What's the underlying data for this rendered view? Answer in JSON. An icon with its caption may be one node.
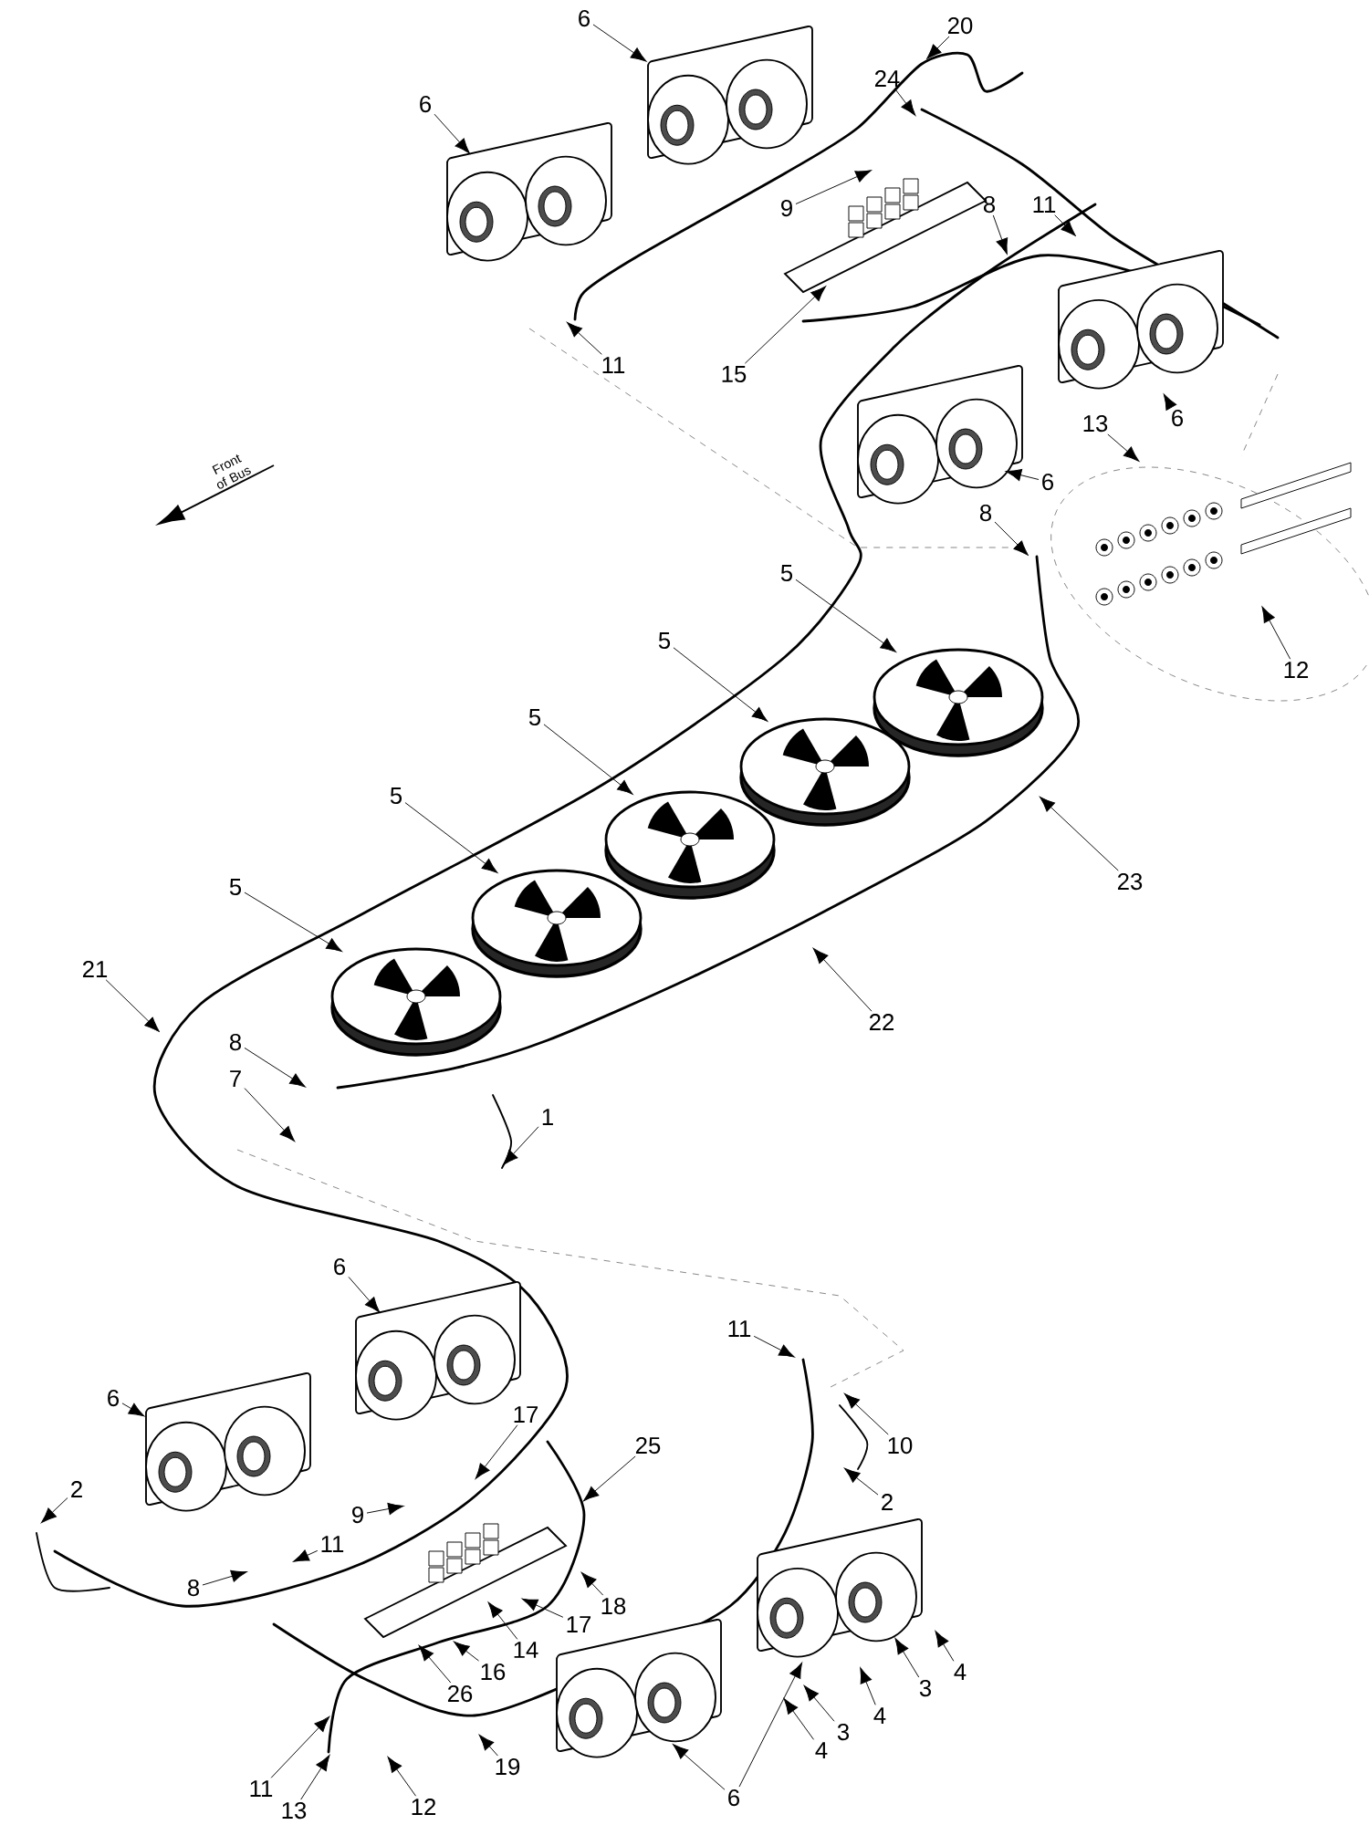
{
  "diagram": {
    "nodes": [
      {
        "text": [
          "6"
        ]
      },
      {
        "text": [
          "20"
        ]
      },
      {
        "text": [
          "6"
        ]
      },
      {
        "text": [
          "24"
        ]
      },
      {
        "text": [
          "9"
        ]
      },
      {
        "text": [
          "8"
        ]
      },
      {
        "text": [
          "11"
        ]
      },
      {
        "text": [
          "11"
        ]
      },
      {
        "text": [
          "15"
        ]
      },
      {
        "text": [
          "6"
        ]
      },
      {
        "text": [
          "6"
        ]
      },
      {
        "text": [
          "13"
        ]
      },
      {
        "text": [
          "8"
        ]
      },
      {
        "text": [
          "12"
        ]
      },
      {
        "text": [
          "5"
        ]
      },
      {
        "text": [
          "5"
        ]
      },
      {
        "text": [
          "5"
        ]
      },
      {
        "text": [
          "5"
        ]
      },
      {
        "text": [
          "5"
        ]
      },
      {
        "text": [
          "23"
        ]
      },
      {
        "text": [
          "22"
        ]
      },
      {
        "text": [
          "21"
        ]
      },
      {
        "text": [
          "8"
        ]
      },
      {
        "text": [
          "7"
        ]
      },
      {
        "text": [
          "1"
        ]
      },
      {
        "text": [
          "6"
        ]
      },
      {
        "text": [
          "11"
        ]
      },
      {
        "text": [
          "6"
        ]
      },
      {
        "text": [
          "10"
        ]
      },
      {
        "text": [
          "17"
        ]
      },
      {
        "text": [
          "25"
        ]
      },
      {
        "text": [
          "2"
        ]
      },
      {
        "text": [
          "2"
        ]
      },
      {
        "text": [
          "9"
        ]
      },
      {
        "text": [
          "11"
        ]
      },
      {
        "text": [
          "8"
        ]
      },
      {
        "text": [
          "17"
        ]
      },
      {
        "text": [
          "18"
        ]
      },
      {
        "text": [
          "14"
        ]
      },
      {
        "text": [
          "4"
        ]
      },
      {
        "text": [
          "16"
        ]
      },
      {
        "text": [
          "26"
        ]
      },
      {
        "text": [
          "3"
        ]
      },
      {
        "text": [
          "4"
        ]
      },
      {
        "text": [
          "3"
        ]
      },
      {
        "text": [
          "4"
        ]
      },
      {
        "text": [
          "19"
        ]
      },
      {
        "text": [
          "6"
        ]
      },
      {
        "text": [
          "11"
        ]
      },
      {
        "text": [
          "13"
        ]
      },
      {
        "text": [
          "12"
        ]
      },
      {
        "text": [],
        "shape": "picture"
      },
      {
        "text": [],
        "shape": "picture"
      },
      {
        "text": [],
        "shape": "picture"
      },
      {
        "text": [],
        "shape": "picture"
      },
      {
        "text": [],
        "shape": "picture"
      },
      {
        "text": [],
        "shape": "picture"
      },
      {
        "text": [],
        "shape": "picture"
      },
      {
        "text": [],
        "shape": "picture"
      },
      {
        "text": [],
        "shape": "picture"
      },
      {
        "text": [],
        "shape": "picture"
      },
      {
        "text": [],
        "shape": "picture"
      },
      {
        "text": [],
        "shape": "picture"
      },
      {
        "text": [],
        "shape": "picture"
      },
      {
        "text": [],
        "shape": "picture"
      },
      {
        "text": [],
        "shape": "picture"
      },
      {
        "text": [],
        "shape": "picture"
      }
    ],
    "edges": [
      {
        "from": 0,
        "to": 51,
        "arrow": "to"
      },
      {
        "from": 1,
        "to": null,
        "arrow": "to"
      },
      {
        "from": 2,
        "to": 52,
        "arrow": "to"
      },
      {
        "from": 3,
        "to": null,
        "arrow": "to"
      },
      {
        "from": 4,
        "to": null,
        "arrow": "to"
      },
      {
        "from": 5,
        "to": null,
        "arrow": "to"
      },
      {
        "from": 6,
        "to": null,
        "arrow": "to"
      },
      {
        "from": 7,
        "to": null,
        "arrow": "to"
      },
      {
        "from": 8,
        "to": 64,
        "arrow": "to"
      },
      {
        "from": 9,
        "to": 53,
        "arrow": "to"
      },
      {
        "from": 10,
        "to": 54,
        "arrow": "to"
      },
      {
        "from": 11,
        "to": 66,
        "arrow": "to"
      },
      {
        "from": 12,
        "to": null,
        "arrow": "to"
      },
      {
        "from": 13,
        "to": 66,
        "arrow": "to"
      },
      {
        "from": 14,
        "to": 59,
        "arrow": "to"
      },
      {
        "from": 15,
        "to": 60,
        "arrow": "to"
      },
      {
        "from": 16,
        "to": 61,
        "arrow": "to"
      },
      {
        "from": 17,
        "to": 62,
        "arrow": "to"
      },
      {
        "from": 18,
        "to": 63,
        "arrow": "to"
      },
      {
        "from": 19,
        "to": null,
        "arrow": "to"
      },
      {
        "from": 20,
        "to": null,
        "arrow": "to"
      },
      {
        "from": 21,
        "to": null,
        "arrow": "to"
      },
      {
        "from": 22,
        "to": null,
        "arrow": "to"
      },
      {
        "from": 23,
        "to": null,
        "arrow": "to"
      },
      {
        "from": 24,
        "to": null,
        "arrow": "to"
      },
      {
        "from": 25,
        "to": 55,
        "arrow": "to"
      },
      {
        "from": 26,
        "to": null,
        "arrow": "to"
      },
      {
        "from": 27,
        "to": 56,
        "arrow": "to"
      },
      {
        "from": 28,
        "to": null,
        "arrow": "to"
      },
      {
        "from": 29,
        "to": null,
        "arrow": "to"
      },
      {
        "from": 30,
        "to": null,
        "arrow": "to"
      },
      {
        "from": 31,
        "to": null,
        "arrow": "to"
      },
      {
        "from": 32,
        "to": null,
        "arrow": "to"
      },
      {
        "from": 33,
        "to": null,
        "arrow": "to"
      },
      {
        "from": 34,
        "to": null,
        "arrow": "to"
      },
      {
        "from": 35,
        "to": null,
        "arrow": "to"
      },
      {
        "from": 36,
        "to": 65,
        "arrow": "to"
      },
      {
        "from": 37,
        "to": null,
        "arrow": "to"
      },
      {
        "from": 38,
        "to": 65,
        "arrow": "to"
      },
      {
        "from": 39,
        "to": null,
        "arrow": "to"
      },
      {
        "from": 40,
        "to": null,
        "arrow": "to"
      },
      {
        "from": 41,
        "to": null,
        "arrow": "to"
      },
      {
        "from": 42,
        "to": null,
        "arrow": "to"
      },
      {
        "from": 43,
        "to": null,
        "arrow": "to"
      },
      {
        "from": 44,
        "to": null,
        "arrow": "to"
      },
      {
        "from": 45,
        "to": null,
        "arrow": "to"
      },
      {
        "from": 46,
        "to": null,
        "arrow": "to"
      },
      {
        "from": 47,
        "to": 58,
        "arrow": "to"
      },
      {
        "from": 47,
        "to": 57,
        "arrow": "to"
      },
      {
        "from": 48,
        "to": null,
        "arrow": "to"
      },
      {
        "from": 49,
        "to": null,
        "arrow": "to"
      },
      {
        "from": 50,
        "to": null,
        "arrow": "to"
      }
    ],
    "labels": [
      "Front of Bus"
    ]
  }
}
